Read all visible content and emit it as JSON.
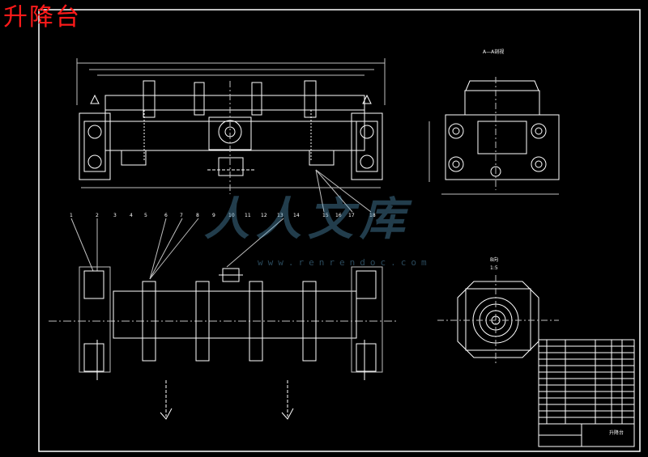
{
  "title": "升降台",
  "watermark": {
    "text": "人人文库",
    "url": "www.renrendoc.com"
  },
  "drawing": {
    "section_label": "A—A剖视",
    "view_label": "B向",
    "view_scale": "1:5",
    "part_numbers": [
      "1",
      "2",
      "3",
      "4",
      "5",
      "6",
      "7",
      "8",
      "9",
      "10",
      "11",
      "12",
      "13",
      "14",
      "15",
      "16",
      "17",
      "18"
    ],
    "title_block": {
      "name": "升降台"
    }
  },
  "colors": {
    "background": "#000000",
    "frame": "#ffffff",
    "title": "#ff1a1a",
    "dim": "#bfbfbf"
  }
}
